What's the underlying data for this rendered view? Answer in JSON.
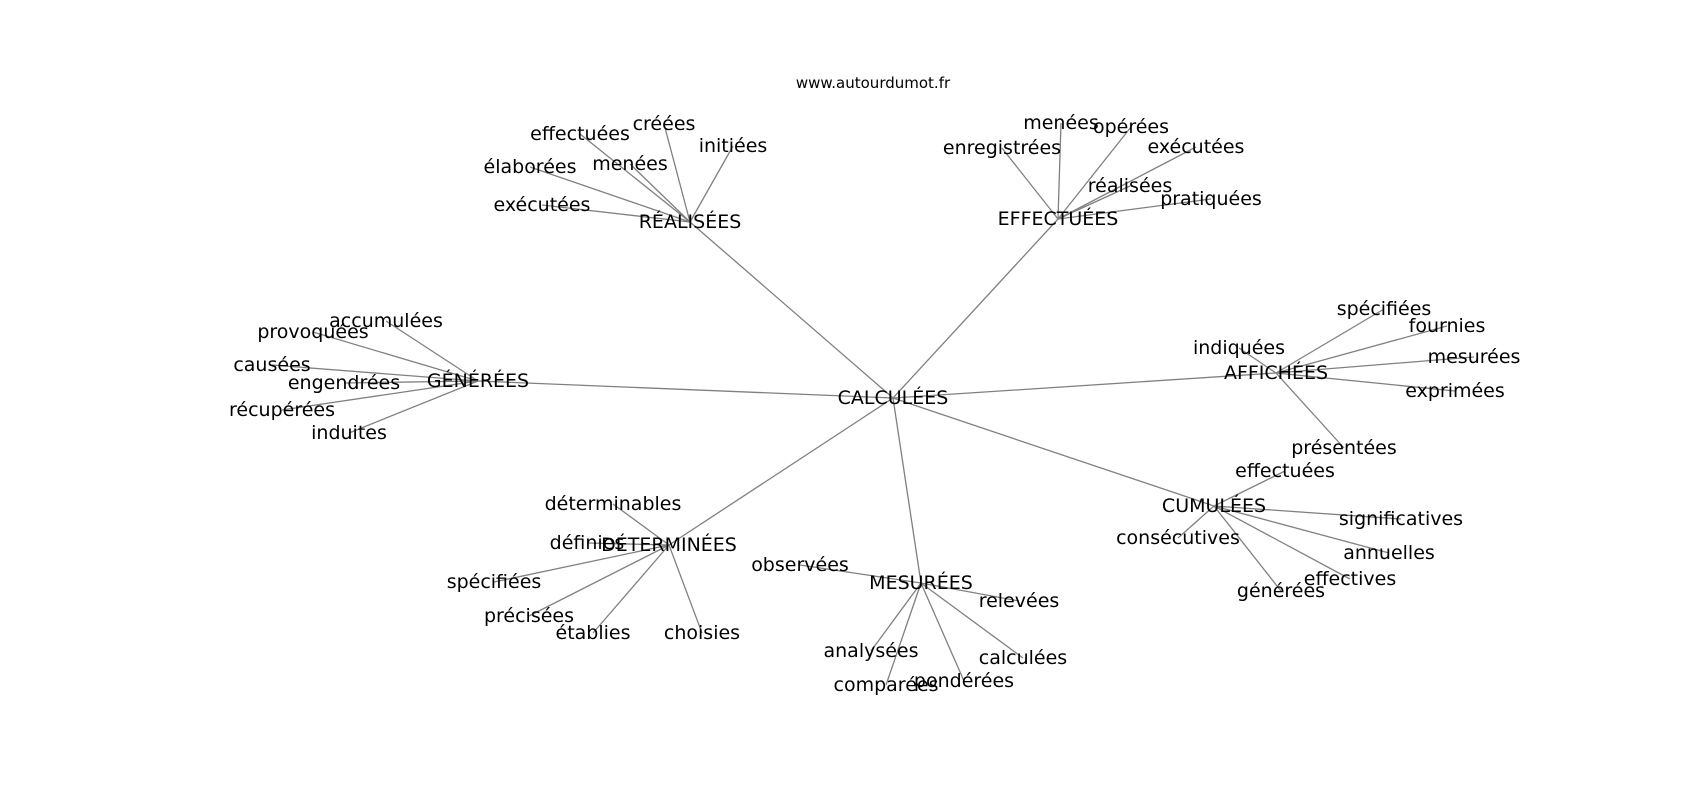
{
  "watermark": "www.autourdumot.fr",
  "center": "CALCULÉES",
  "clusters": [
    {
      "hub": "RÉALISÉES",
      "leaves": [
        "créées",
        "effectuées",
        "initiées",
        "élaborées",
        "menées",
        "exécutées"
      ]
    },
    {
      "hub": "EFFECTUÉES",
      "leaves": [
        "menées",
        "opérées",
        "enregistrées",
        "exécutées",
        "réalisées",
        "pratiquées"
      ]
    },
    {
      "hub": "GÉNÉRÉES",
      "leaves": [
        "accumulées",
        "provoquées",
        "causées",
        "engendrées",
        "récupérées",
        "induites"
      ]
    },
    {
      "hub": "AFFICHÉES",
      "leaves": [
        "spécifiées",
        "fournies",
        "indiquées",
        "mesurées",
        "exprimées",
        "présentées"
      ]
    },
    {
      "hub": "CUMULÉES",
      "leaves": [
        "effectuées",
        "significatives",
        "consécutives",
        "annuelles",
        "effectives",
        "générées"
      ]
    },
    {
      "hub": "DÉTERMINÉES",
      "leaves": [
        "déterminables",
        "définies",
        "spécifiées",
        "précisées",
        "établies",
        "choisies"
      ]
    },
    {
      "hub": "MESURÉES",
      "leaves": [
        "observées",
        "relevées",
        "analysées",
        "calculées",
        "comparées",
        "pondérées"
      ]
    }
  ]
}
